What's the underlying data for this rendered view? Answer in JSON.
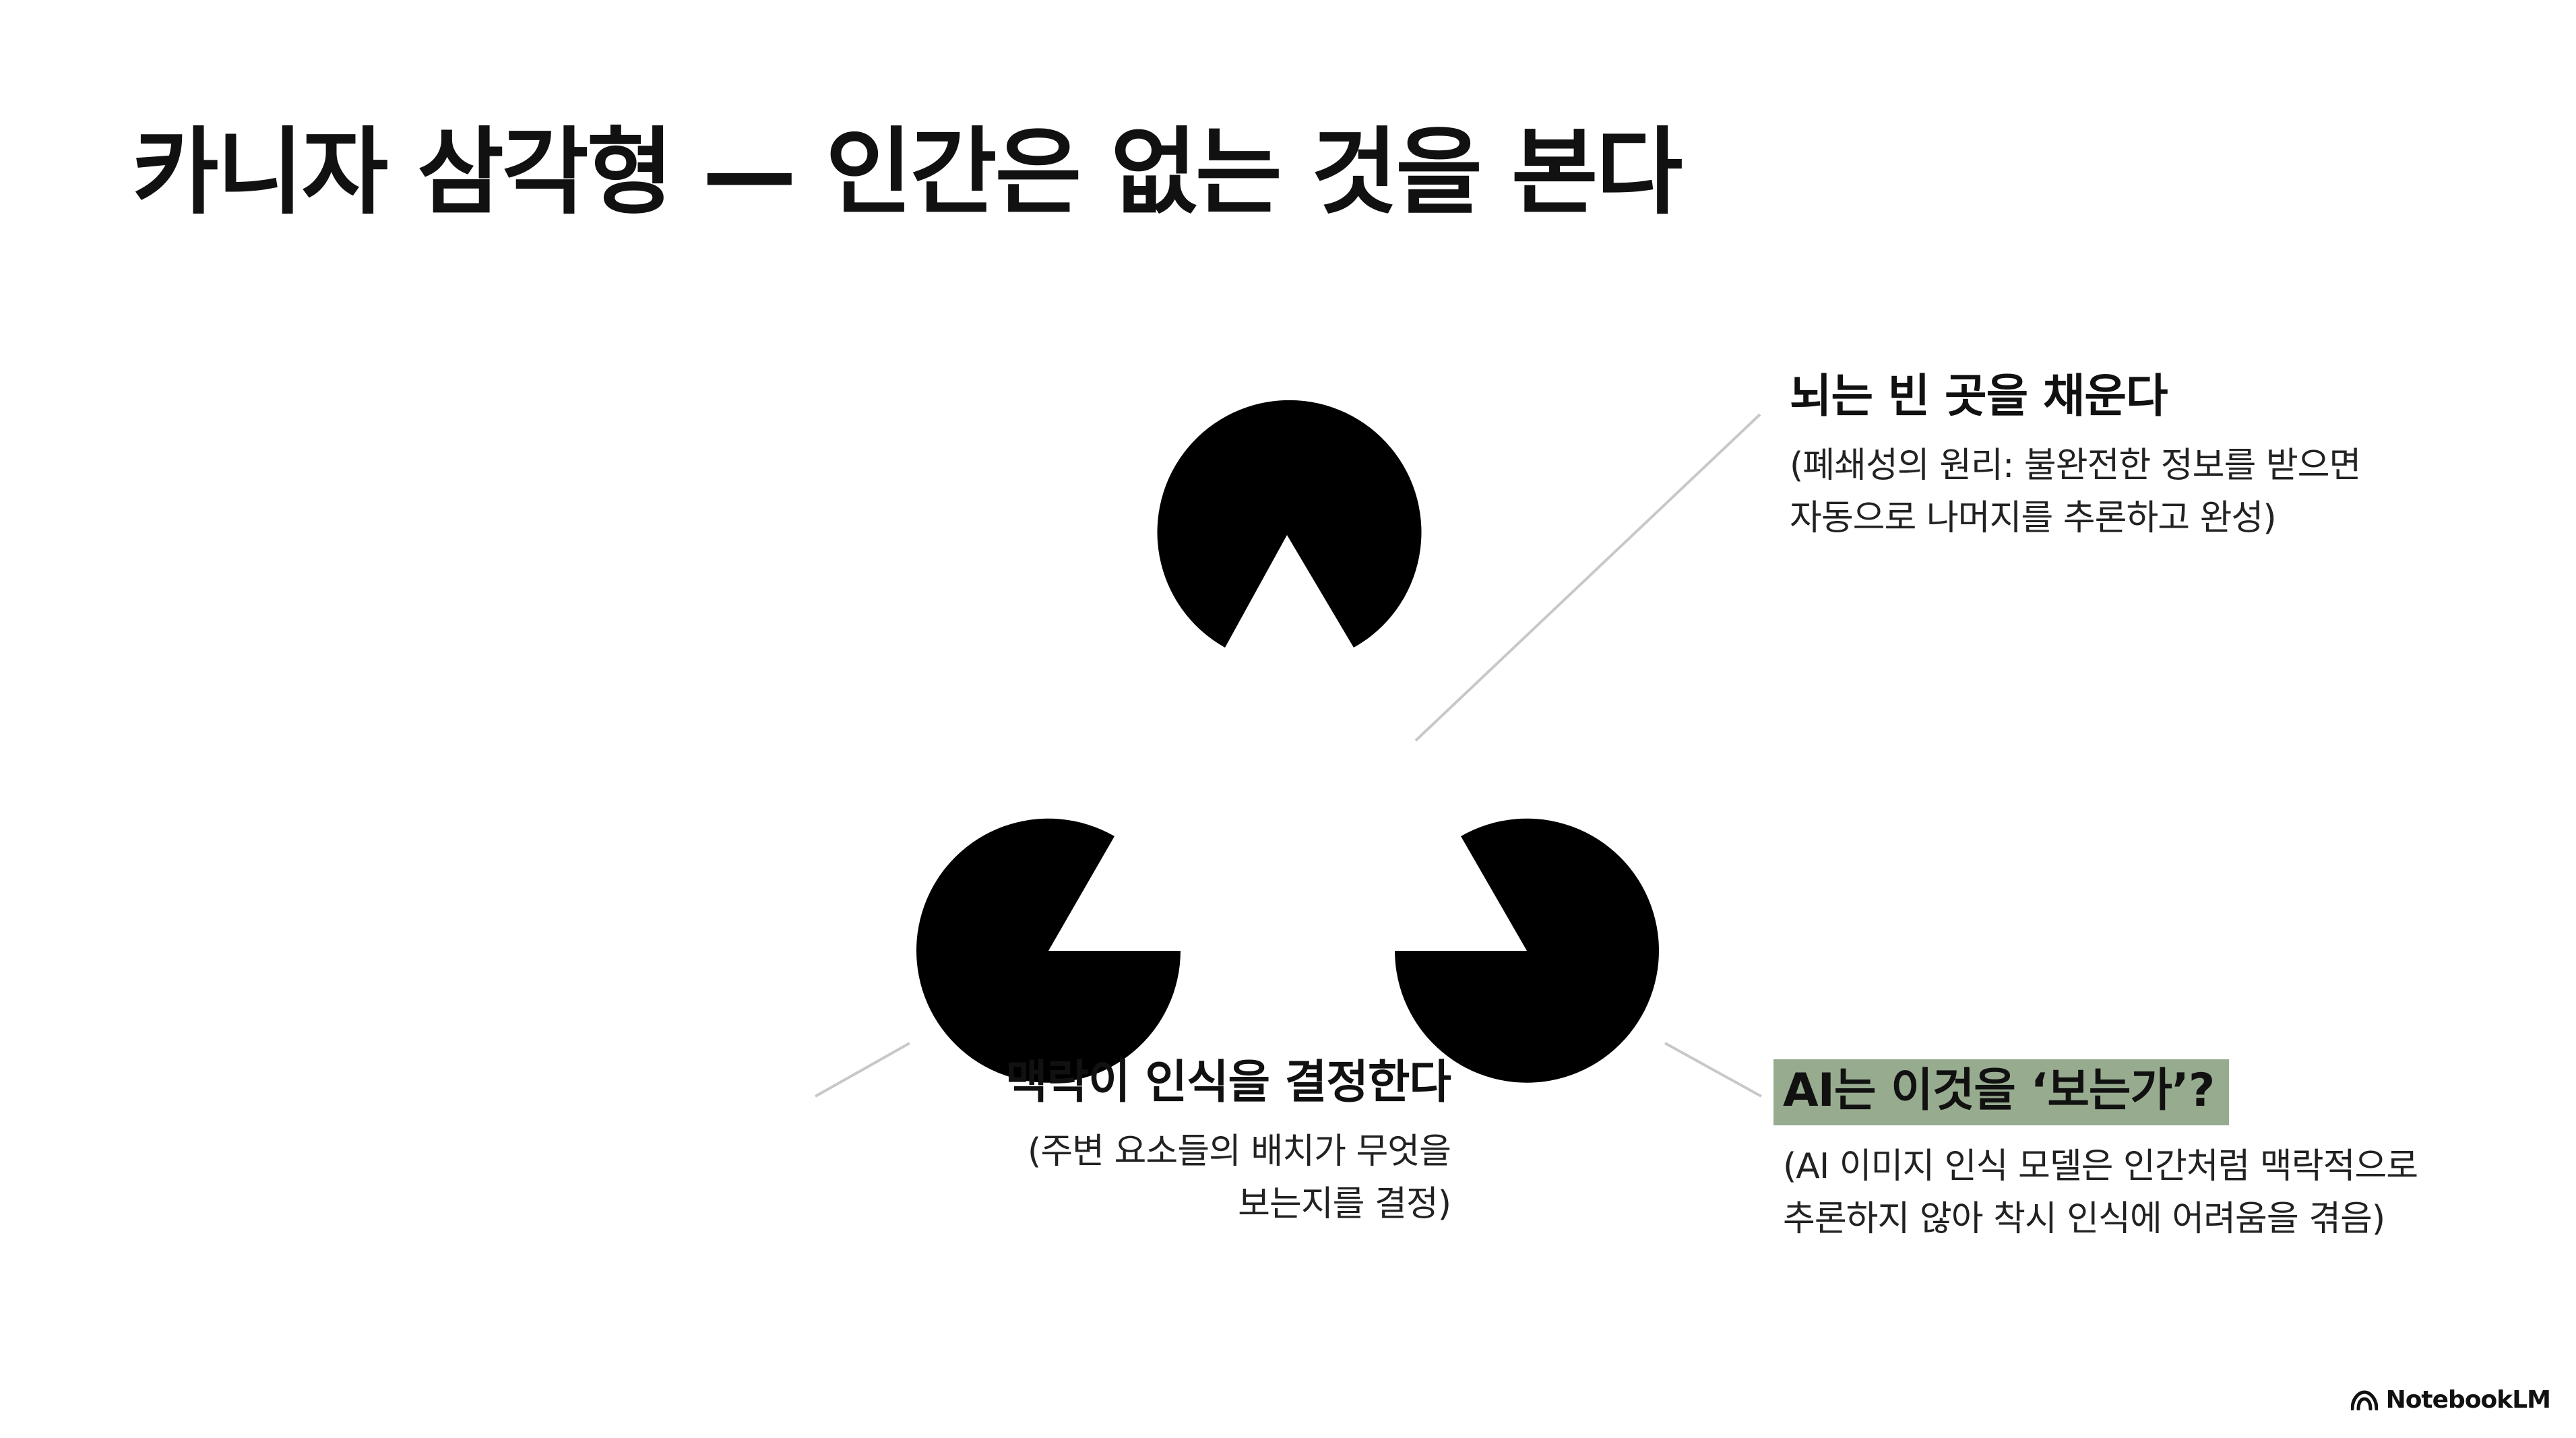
{
  "title": "카니자 삼각형 — 인간은 없는 것을 본다",
  "callouts": {
    "top": {
      "heading": "뇌는 빈 곳을 채운다",
      "body_line1": "(폐쇄성의 원리: 불완전한 정보를 받으면",
      "body_line2": "자동으로 나머지를 추론하고 완성)"
    },
    "left": {
      "heading": "맥락이 인식을 결정한다",
      "body_line1": "(주변 요소들의 배치가 무엇을",
      "body_line2": "보는지를 결정)"
    },
    "right": {
      "heading": "AI는 이것을 ‘보는가’?",
      "body_line1": "(AI 이미지 인식 모델은 인간처럼 맥락적으로",
      "body_line2": "추론하지 않아 착시 인식에 어려움을 겪음)"
    }
  },
  "footer": {
    "brand": "NotebookLM",
    "logo_icon": "notebooklm-logo-icon"
  },
  "colors": {
    "background": "#ffffff",
    "shape": "#000000",
    "text": "#111111",
    "highlight": "#97ab8f",
    "connector": "#c8c8c8"
  }
}
